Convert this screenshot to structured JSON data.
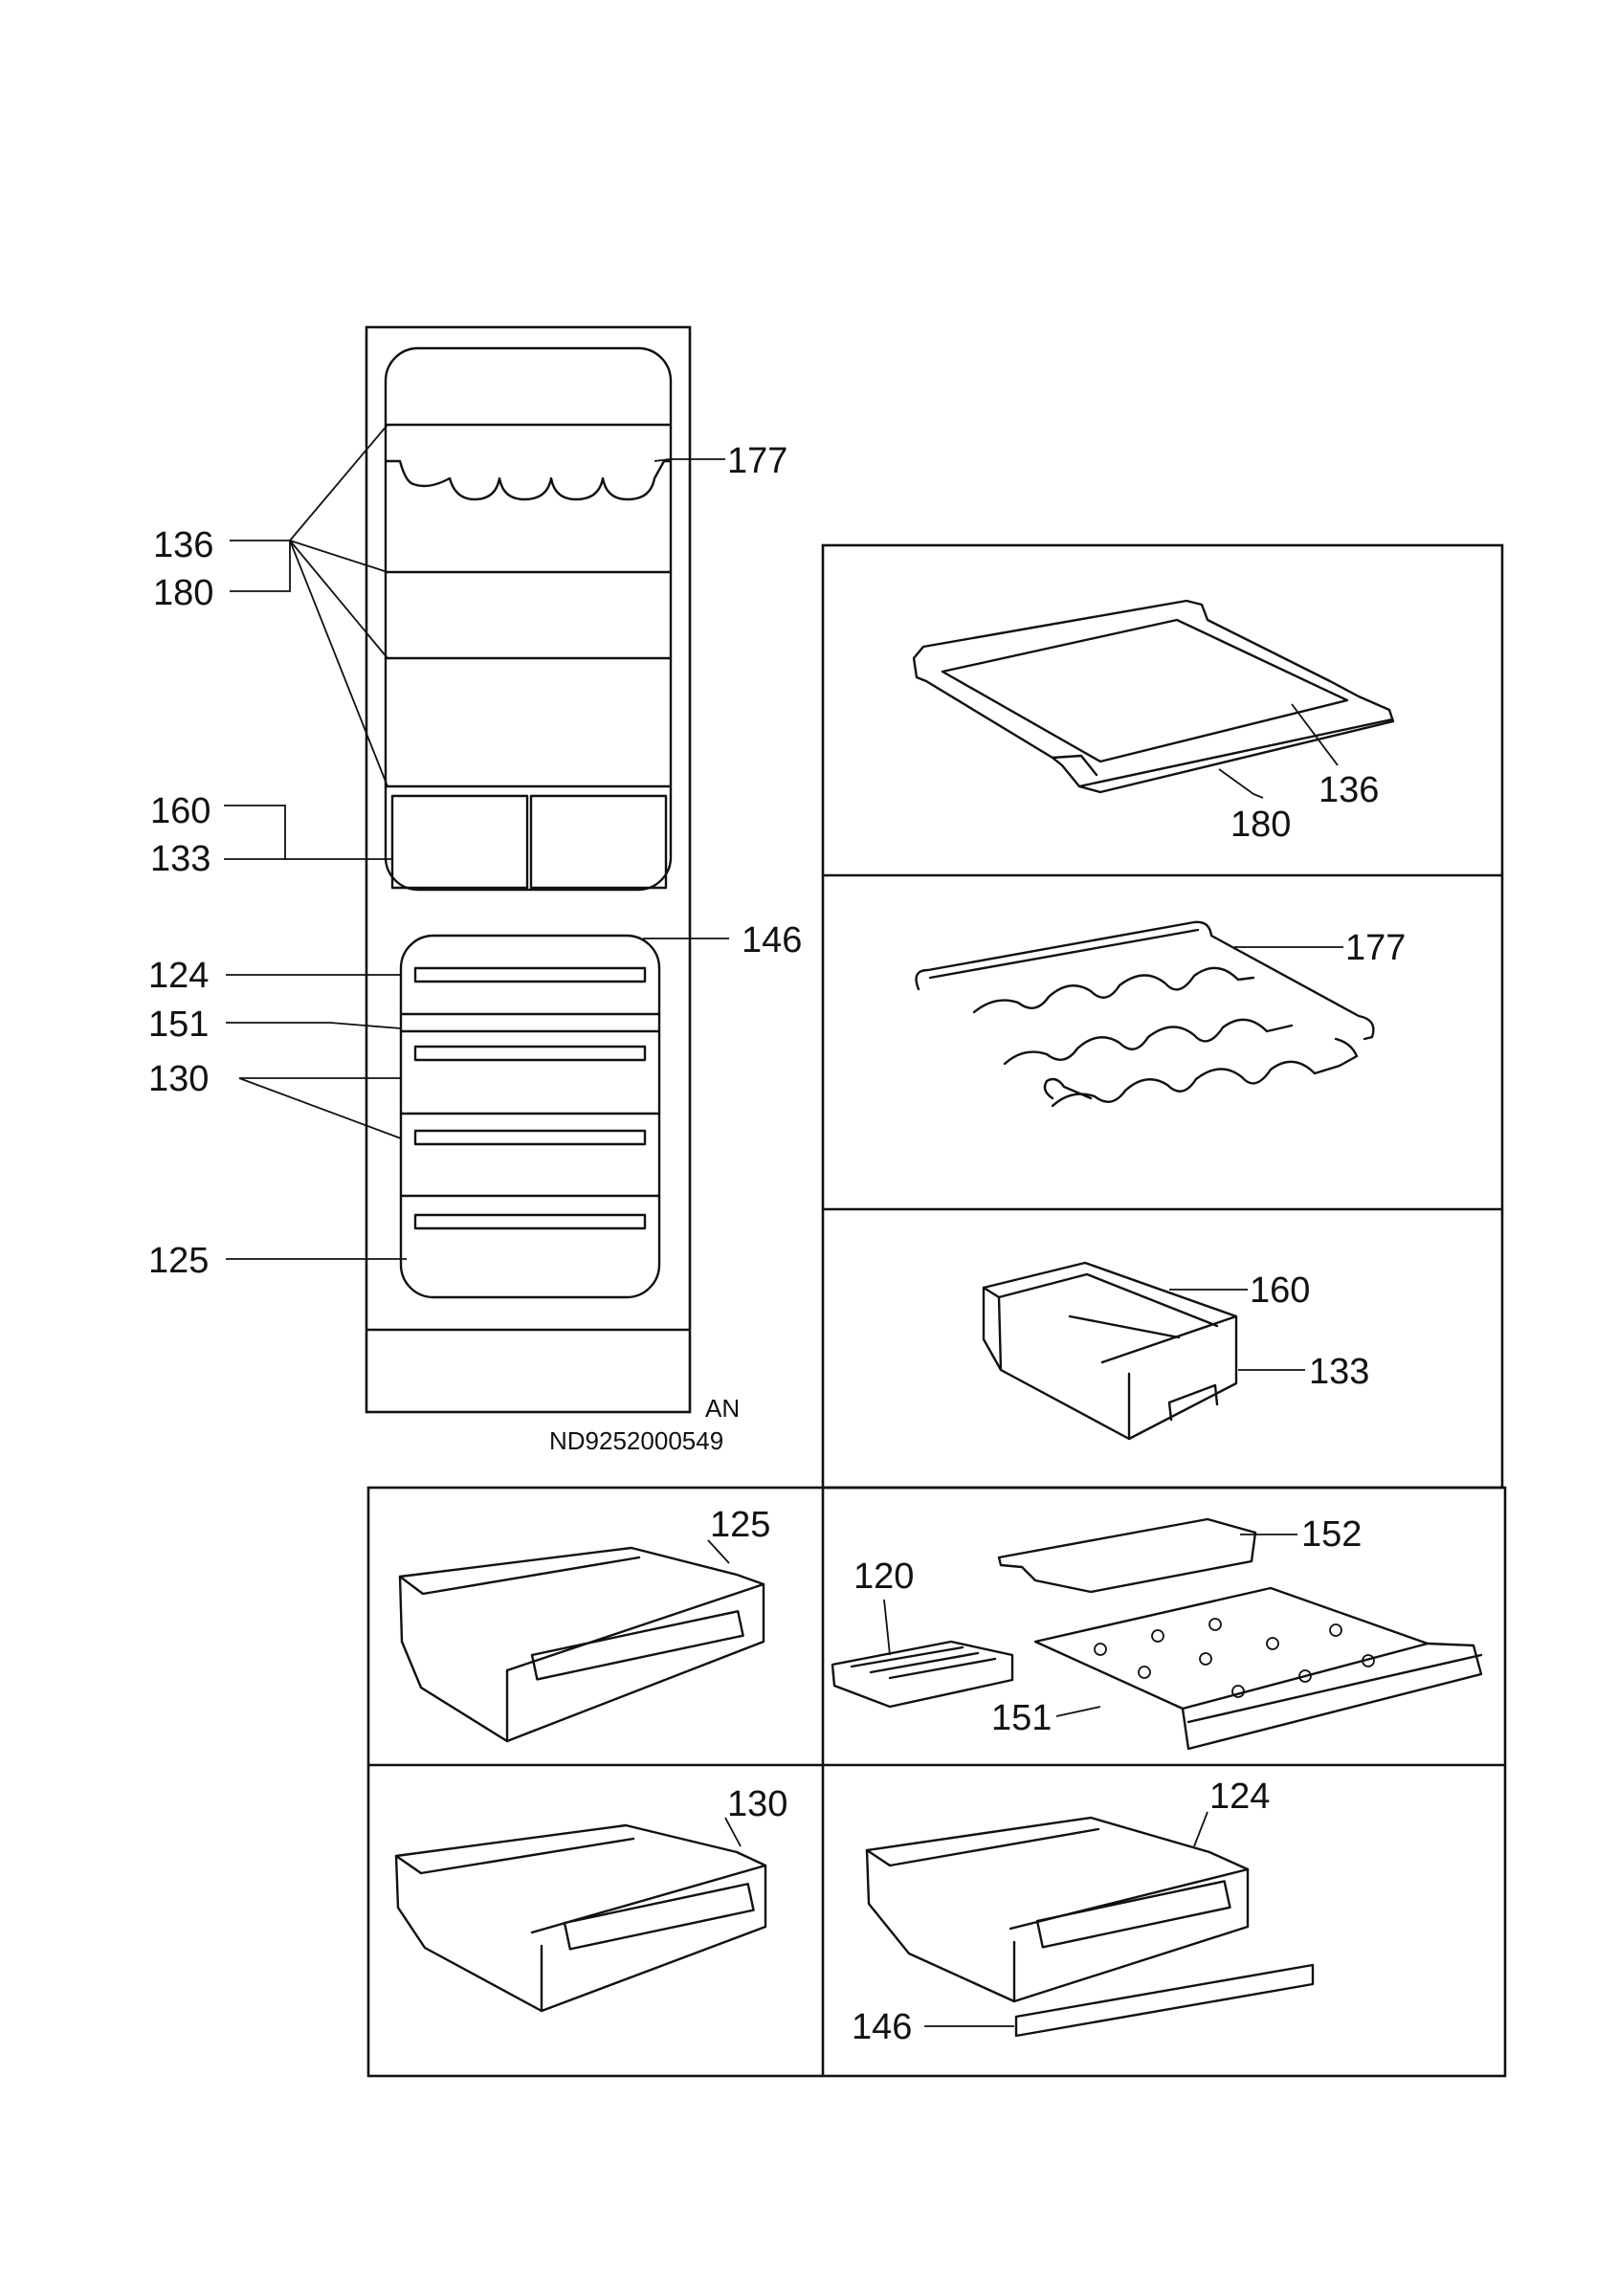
{
  "labels": {
    "l177a": "177",
    "l136a": "136",
    "l180a": "180",
    "l160a": "160",
    "l133a": "133",
    "l146a": "146",
    "l124a": "124",
    "l151a": "151",
    "l130a": "130",
    "l125a": "125",
    "an": "AN",
    "code": "ND9252000549",
    "p136": "136",
    "p180": "180",
    "p177": "177",
    "p160": "160",
    "p133": "133",
    "p125": "125",
    "p152": "152",
    "p120": "120",
    "p151": "151",
    "p130": "130",
    "p124": "124",
    "p146": "146"
  }
}
